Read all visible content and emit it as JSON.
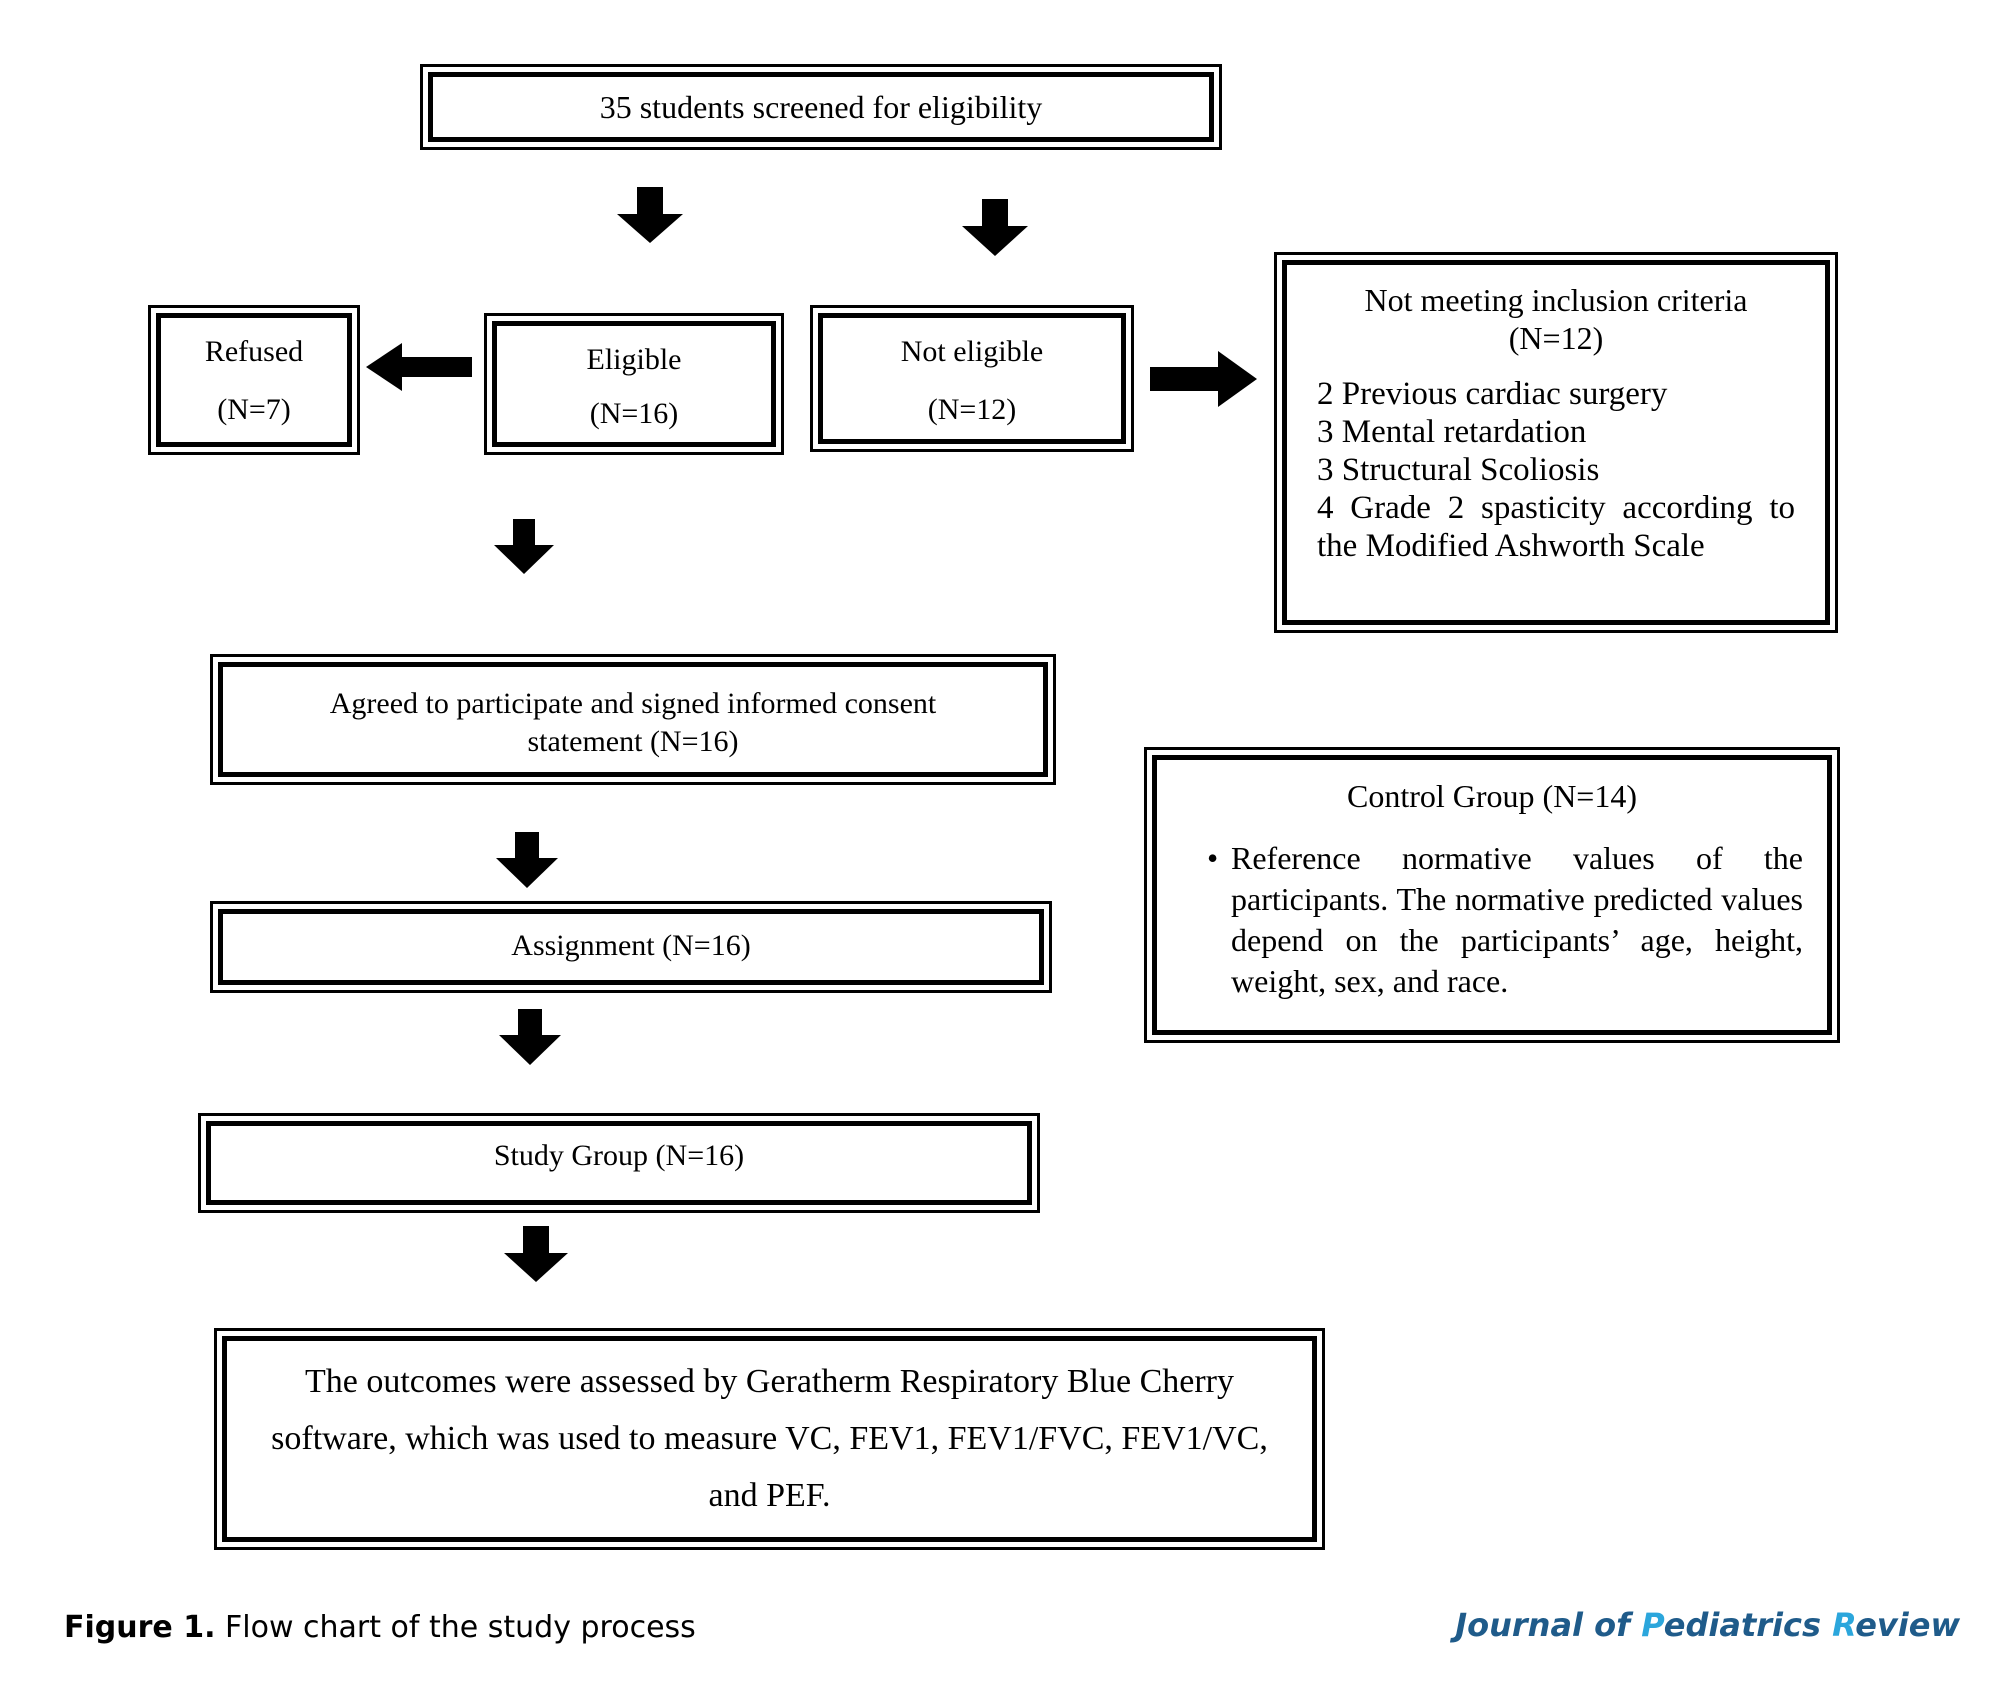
{
  "screened": "35 students screened for eligibility",
  "refused": {
    "title": "Refused",
    "count": "(N=7)"
  },
  "eligible": {
    "title": "Eligible",
    "count": "(N=16)"
  },
  "not_eligible": {
    "title": "Not eligible",
    "count": "(N=12)"
  },
  "not_meeting": {
    "title": "Not meeting inclusion criteria",
    "count": "(N=12)",
    "items": [
      "2 Previous cardiac surgery",
      "3 Mental retardation",
      "3 Structural Scoliosis",
      "4 Grade 2 spasticity according to the Modified Ashworth Scale"
    ]
  },
  "agreed": "Agreed to participate and signed informed consent statement (N=16)",
  "assignment": "Assignment (N=16)",
  "study_group": "Study Group (N=16)",
  "control_group": {
    "title": "Control Group (N=14)",
    "bullet": "Reference normative values of the participants. The normative predicted values depend on the participants’ age, height, weight, sex, and race."
  },
  "outcomes": "The outcomes were assessed by Geratherm Respiratory Blue Cherry software, which was used to measure VC, FEV1, FEV1/FVC, FEV1/VC, and PEF.",
  "caption": {
    "label": "Figure 1.",
    "text": "Flow chart of the study process"
  },
  "journal": {
    "part1": "Journal of ",
    "part2": "P",
    "part3": "ediatrics ",
    "part4": "R",
    "part5": "eview"
  }
}
